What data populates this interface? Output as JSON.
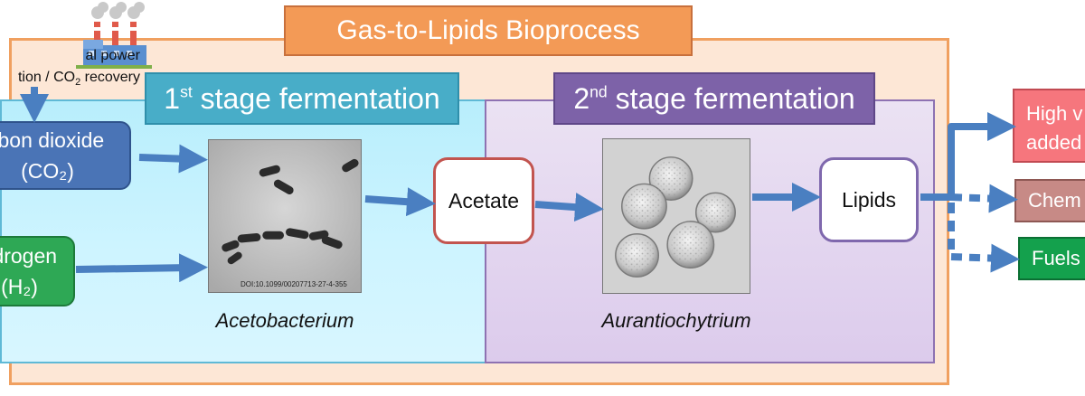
{
  "title": "Gas-to-Lipids Bioprocess",
  "power_label": {
    "line1": "al power",
    "line2_a": "tion / CO",
    "line2_sub": "2",
    "line2_b": " recovery"
  },
  "stages": [
    {
      "label": "st stage fermentation",
      "number": "1",
      "sup": "st",
      "rest": " stage fermentation"
    },
    {
      "label": "nd stage fermentation",
      "number": "2",
      "sup": "nd",
      "rest": " stage fermentation"
    }
  ],
  "inputs": {
    "co2": {
      "line1": "rbon dioxide",
      "line2": "(CO₂)"
    },
    "h2": {
      "line1": "ydrogen",
      "line2": "(H₂)"
    }
  },
  "intermediates": {
    "acetate": "Acetate",
    "lipids": "Lipids"
  },
  "organisms": {
    "stage1": "Acetobacterium",
    "stage2": "Aurantiochytrium"
  },
  "doi": "DOI:10.1099/00207713-27-4-355",
  "outputs": {
    "high_value": {
      "line1": "High v",
      "line2": "added"
    },
    "chemicals": "Chem",
    "fuels": "Fuels"
  },
  "colors": {
    "arrow": "#4a7fc1",
    "co2": "#4a74b6",
    "h2": "#2ea855",
    "stage1": "#48adc8",
    "stage2": "#7d62a8",
    "title": "#f39a56",
    "high_value": "#f6767d",
    "chemicals": "#c78a86",
    "fuels": "#14a14d"
  }
}
